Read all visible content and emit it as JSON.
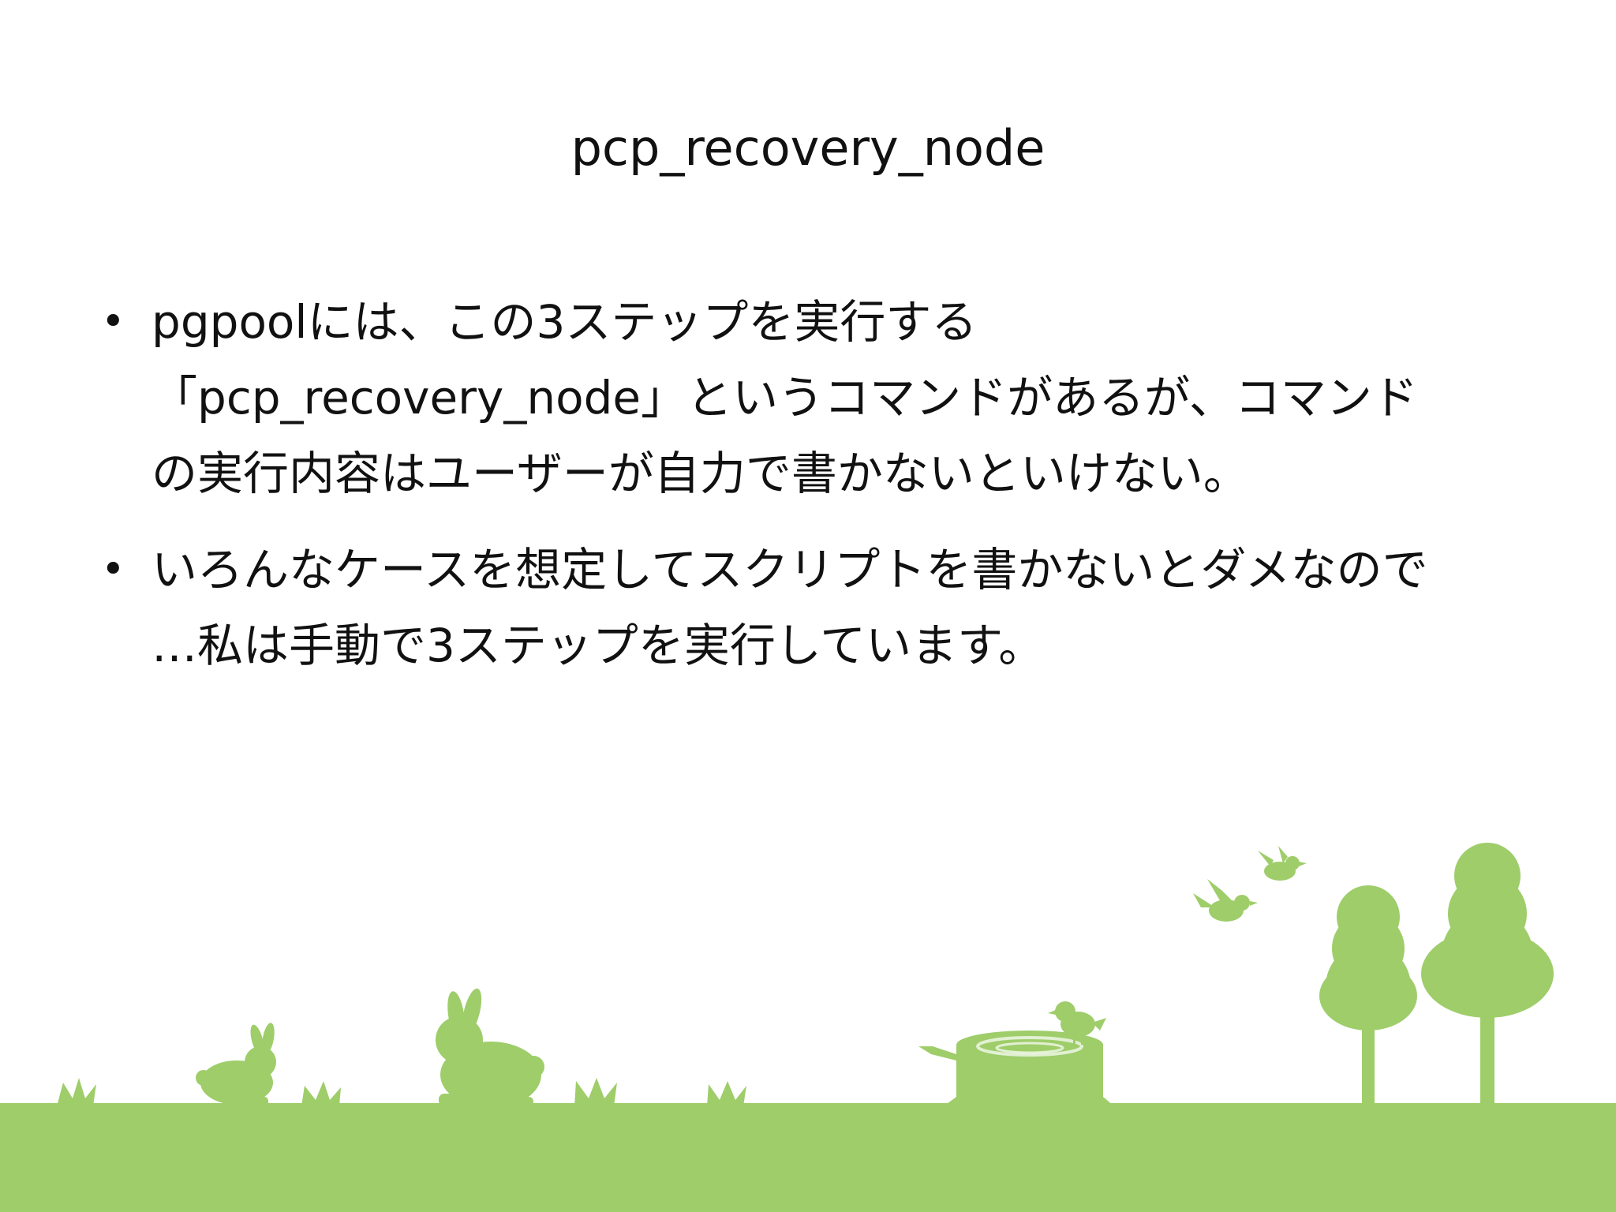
{
  "slide": {
    "title": "pcp_recovery_node",
    "bullets": [
      {
        "lines": [
          "pgpoolには、この3ステップを実行する",
          "「pcp_recovery_node」というコマンドがあるが、コマンド",
          "の実行内容はユーザーが自力で書かないといけない。"
        ]
      },
      {
        "lines": [
          "いろんなケースを想定してスクリプトを書かないとダメなので",
          "…私は手動で3ステップを実行しています。"
        ]
      }
    ],
    "bullet_symbol": "•"
  },
  "colors": {
    "background": "#ffffff",
    "text": "#111111",
    "scenery_green": "#9ecd6a"
  },
  "scenery_icons": [
    "grass-tuft-icon",
    "rabbit-icon",
    "tree-stump-icon",
    "bird-icon",
    "tree-icon"
  ]
}
